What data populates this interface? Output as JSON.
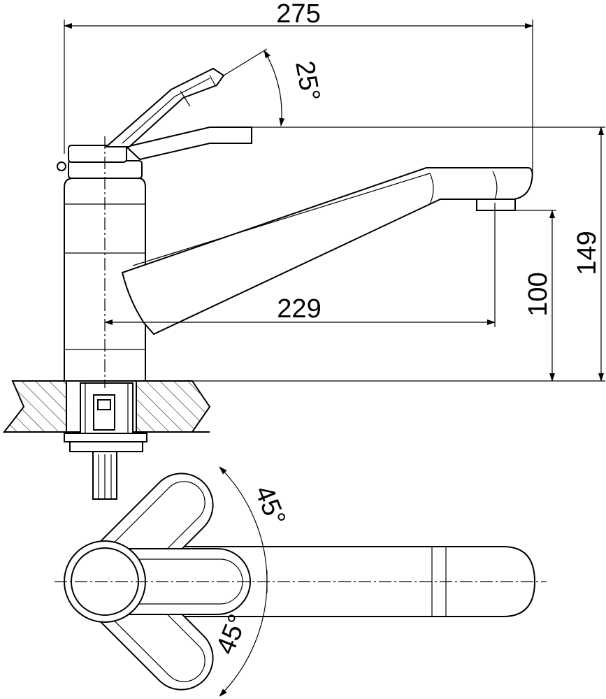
{
  "dimensions": {
    "overall_length": "275",
    "spout_reach": "229",
    "total_height": "149",
    "spout_height": "100",
    "lever_angle": "25°",
    "rotation_angle_upper": "45°",
    "rotation_angle_lower": "45°"
  }
}
